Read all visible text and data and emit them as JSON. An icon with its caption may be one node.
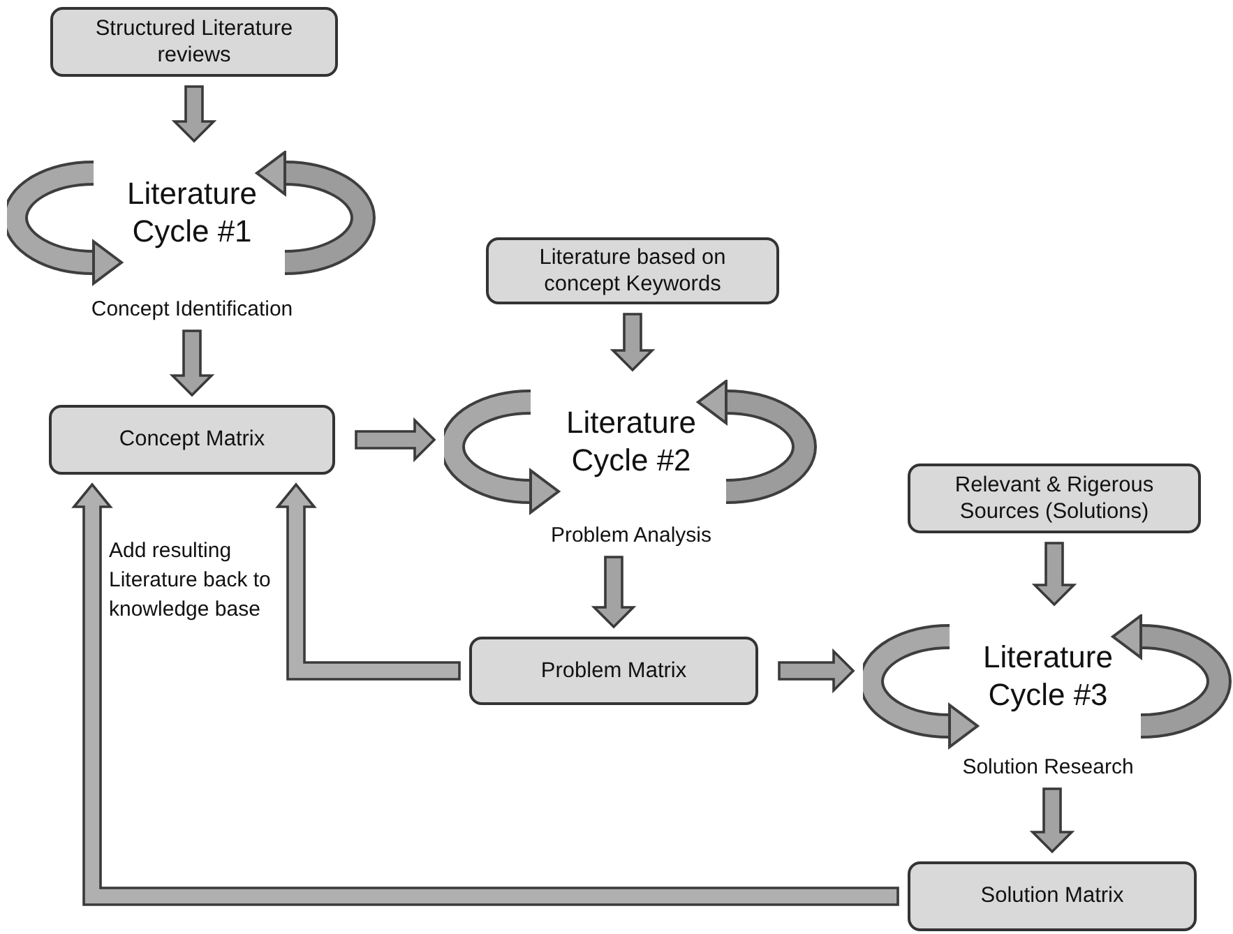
{
  "diagram": {
    "nodes": [
      {
        "text": [
          "Structured Literature reviews"
        ]
      },
      {
        "text": [
          "Literature Cycle #1"
        ],
        "beside": [
          "Concept Identification"
        ]
      },
      {
        "text": [
          "Concept Matrix"
        ]
      },
      {
        "text": [
          "Literature based on concept Keywords"
        ]
      },
      {
        "text": [
          "Literature Cycle #2"
        ],
        "beside": [
          "Problem Analysis"
        ]
      },
      {
        "text": [
          "Problem Matrix"
        ]
      },
      {
        "text": [
          "Relevant & Rigerous Sources (Solutions)"
        ]
      },
      {
        "text": [
          "Literature Cycle #3"
        ],
        "beside": [
          "Solution Research"
        ]
      },
      {
        "text": [
          "Solution Matrix"
        ]
      }
    ],
    "edges": [
      {
        "from": 0,
        "to": 1,
        "arrow": "to"
      },
      {
        "from": 1,
        "to": 2,
        "arrow": "to"
      },
      {
        "from": 3,
        "to": 4,
        "arrow": "to"
      },
      {
        "from": 2,
        "to": 4,
        "arrow": "to"
      },
      {
        "from": 4,
        "to": 5,
        "arrow": "to"
      },
      {
        "from": 6,
        "to": 7,
        "arrow": "to"
      },
      {
        "from": 5,
        "to": 7,
        "arrow": "to"
      },
      {
        "from": 7,
        "to": 8,
        "arrow": "to"
      },
      {
        "from": 5,
        "to": 2,
        "arrow": "to"
      },
      {
        "from": 8,
        "to": 2,
        "arrow": "to"
      }
    ],
    "labels": [
      "Add resulting Literature back to knowledge base"
    ]
  }
}
